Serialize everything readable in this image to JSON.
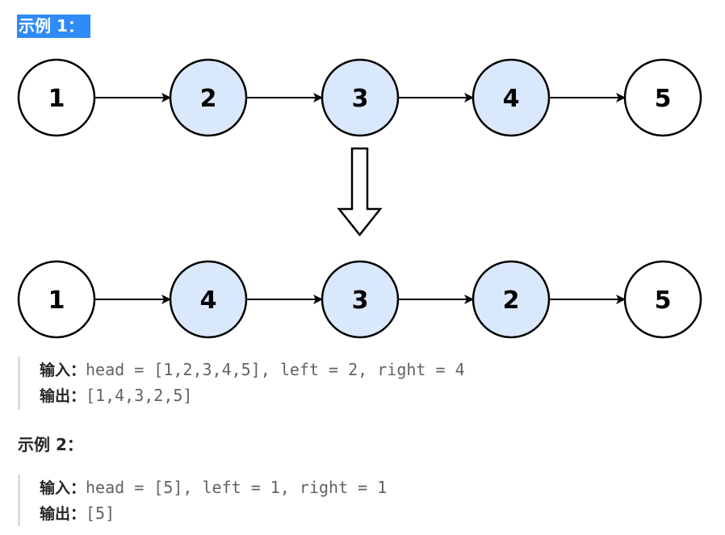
{
  "example1": {
    "heading": "示例 1：",
    "diagram": {
      "top_row": [
        {
          "value": "1",
          "highlighted": false
        },
        {
          "value": "2",
          "highlighted": true
        },
        {
          "value": "3",
          "highlighted": true
        },
        {
          "value": "4",
          "highlighted": true
        },
        {
          "value": "5",
          "highlighted": false
        }
      ],
      "bottom_row": [
        {
          "value": "1",
          "highlighted": false
        },
        {
          "value": "4",
          "highlighted": true
        },
        {
          "value": "3",
          "highlighted": true
        },
        {
          "value": "2",
          "highlighted": true
        },
        {
          "value": "5",
          "highlighted": false
        }
      ]
    },
    "input_label": "输入：",
    "input_value": "head = [1,2,3,4,5], left = 2, right = 4",
    "output_label": "输出：",
    "output_value": "[1,4,3,2,5]"
  },
  "example2": {
    "heading": "示例 2：",
    "input_label": "输入：",
    "input_value": "head = [5], left = 1, right = 1",
    "output_label": "输出：",
    "output_value": "[5]"
  },
  "colors": {
    "highlight_fill": "#dae8fc",
    "plain_fill": "#ffffff",
    "heading_highlight": "#2f8bf5"
  }
}
